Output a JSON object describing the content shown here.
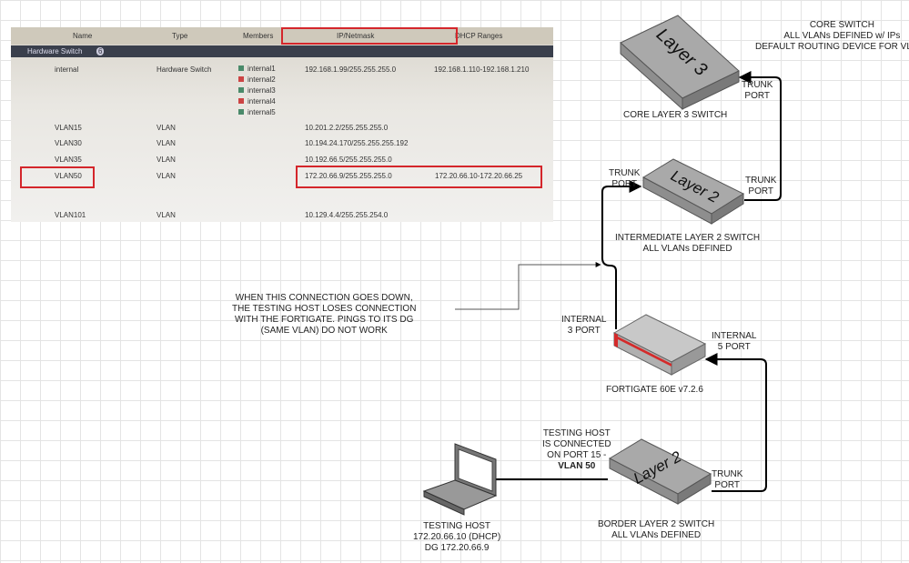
{
  "table": {
    "headers": [
      "Name",
      "Type",
      "Members",
      "IP/Netmask",
      "DHCP Ranges"
    ],
    "group": "Hardware Switch",
    "group_count": "6",
    "rows": [
      {
        "name": "internal",
        "type": "Hardware Switch",
        "members": [
          "internal1",
          "internal2",
          "internal3",
          "internal4",
          "internal5"
        ],
        "ip": "192.168.1.99/255.255.255.0",
        "dhcp": "192.168.1.110-192.168.1.210"
      },
      {
        "name": "VLAN15",
        "type": "VLAN",
        "ip": "10.201.2.2/255.255.255.0",
        "dhcp": ""
      },
      {
        "name": "VLAN30",
        "type": "VLAN",
        "ip": "10.194.24.170/255.255.255.192",
        "dhcp": ""
      },
      {
        "name": "VLAN35",
        "type": "VLAN",
        "ip": "10.192.66.5/255.255.255.0",
        "dhcp": ""
      },
      {
        "name": "VLAN50",
        "type": "VLAN",
        "ip": "172.20.66.9/255.255.255.0",
        "dhcp": "172.20.66.10-172.20.66.25"
      },
      {
        "name": "VLAN101",
        "type": "VLAN",
        "ip": "10.129.4.4/255.255.254.0",
        "dhcp": ""
      }
    ]
  },
  "devices": {
    "core": {
      "face": "Layer 3",
      "label": "CORE LAYER 3 SWITCH",
      "note": [
        "CORE SWITCH",
        "ALL VLANs DEFINED w/ IPs",
        "DEFAULT ROUTING DEVICE FOR VLANs"
      ]
    },
    "intermediate": {
      "face": "Layer 2",
      "label": [
        "INTERMEDIATE LAYER 2 SWITCH",
        "ALL VLANs DEFINED"
      ]
    },
    "fortigate": {
      "label": "FORTIGATE 60E v7.2.6"
    },
    "border": {
      "face": "Layer 2",
      "label": [
        "BORDER LAYER 2 SWITCH",
        "ALL VLANs DEFINED"
      ]
    },
    "host": {
      "label": [
        "TESTING HOST",
        "172.20.66.10 (DHCP)",
        "DG 172.20.66.9"
      ]
    }
  },
  "ports": {
    "trunk": [
      "TRUNK",
      "PORT"
    ],
    "internal3": [
      "INTERNAL",
      "3 PORT"
    ],
    "internal5": [
      "INTERNAL",
      "5 PORT"
    ]
  },
  "annotations": {
    "connection_down": [
      "WHEN THIS CONNECTION GOES DOWN,",
      "THE TESTING HOST LOSES CONNECTION",
      "WITH THE FORTIGATE. PINGS TO ITS DG",
      "(SAME VLAN) DO NOT WORK"
    ],
    "host_port": [
      "TESTING HOST",
      "IS CONNECTED",
      "ON PORT 15 -",
      "VLAN 50"
    ]
  },
  "colors": {
    "highlight": "#d4262b",
    "fortinet_red": "#d42a2a"
  }
}
